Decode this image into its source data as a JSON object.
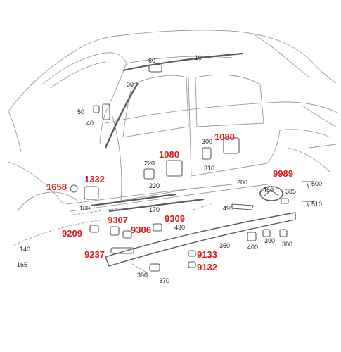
{
  "diagram": {
    "colors": {
      "line": "#9a9a9a",
      "part": "#5a5a5a",
      "label": "#222222",
      "highlight": "#e01818"
    },
    "labels": {
      "l10": "10",
      "l30": "30",
      "l40": "40",
      "l50": "50",
      "l60": "60",
      "l100": "100",
      "l140": "140",
      "l165": "165",
      "l170": "170",
      "l220": "220",
      "l230": "230",
      "l280": "280",
      "l300": "300",
      "l310": "310",
      "l350": "350",
      "l370": "370",
      "l380": "380",
      "l385": "385",
      "l390a": "390",
      "l390b": "390",
      "l400": "400",
      "l430": "430",
      "l460": "460",
      "l495": "495",
      "l500": "500",
      "l510": "510"
    },
    "highlights": {
      "h1658": "1658",
      "h1332": "1332",
      "h1080a": "1080",
      "h1080b": "1080",
      "h9989": "9989",
      "h9209": "9209",
      "h9307": "9307",
      "h9306": "9306",
      "h9309": "9309",
      "h9237": "9237",
      "h9133": "9133",
      "h9132": "9132"
    }
  }
}
